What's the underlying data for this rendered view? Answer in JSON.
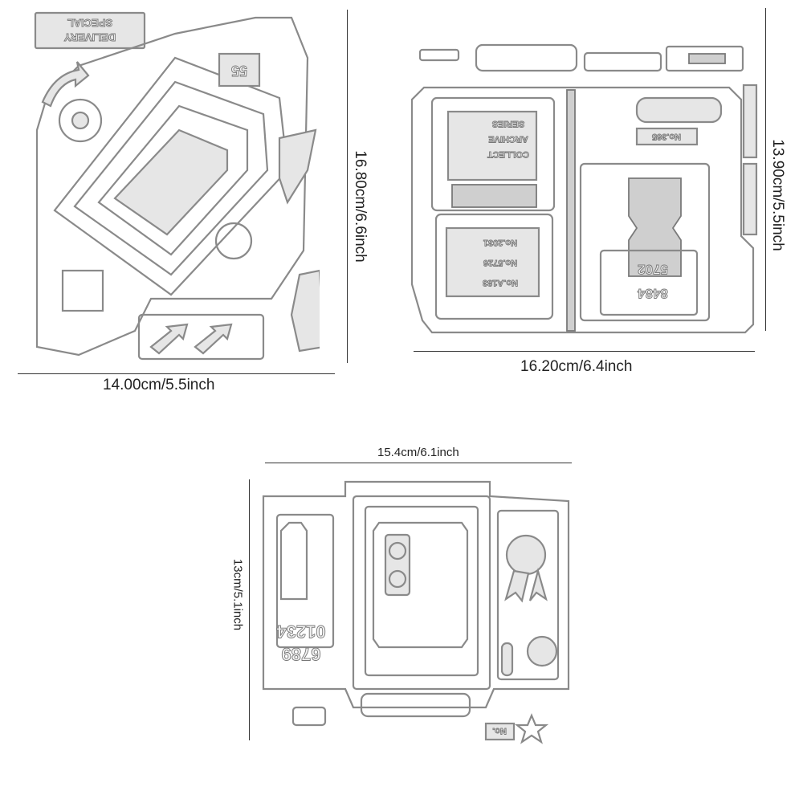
{
  "dies": [
    {
      "name": "envelope-die-set",
      "height_label": "16.80cm/6.6inch",
      "width_label": "14.00cm/5.5inch",
      "die_lettering": [
        "SPECIAL",
        "DELIVERY",
        "55"
      ]
    },
    {
      "name": "folder-die-set",
      "height_label": "13.90cm/5.5inch",
      "width_label": "16.20cm/6.4inch",
      "die_lettering": [
        "SERIES",
        "ARCHIVE",
        "COLLECT",
        "No.365",
        "No.2031",
        "No.5726",
        "No.A183",
        "5702",
        "8484"
      ]
    },
    {
      "name": "cassette-die-set",
      "height_label": "13cm/5.1inch",
      "width_label": "15.4cm/6.1inch",
      "die_lettering": [
        "01234",
        "6789",
        "No."
      ]
    }
  ],
  "colors": {
    "metal": "#e6e6e6",
    "outline": "#8a8a8a",
    "text": "#222222"
  }
}
